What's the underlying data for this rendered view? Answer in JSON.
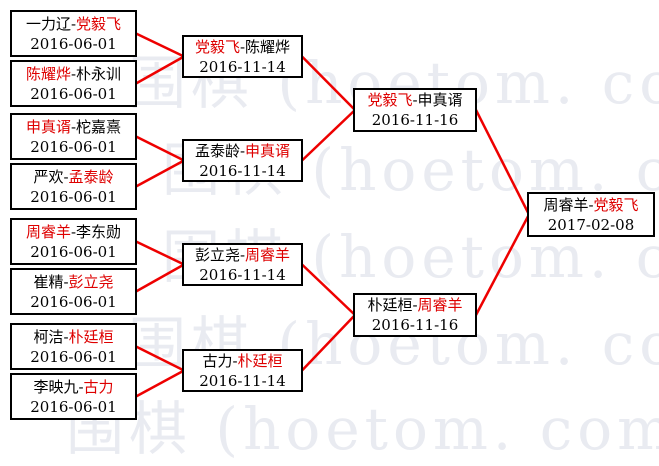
{
  "watermark": {
    "text": "围棋 (hoetom. com)",
    "color": "#e9ebf1"
  },
  "colors": {
    "winner_red": "#de0000",
    "player_black": "#000000",
    "connector_red": "#ee0000",
    "box_border": "#000000",
    "box_background": "#ffffff"
  },
  "bracket": {
    "rounds": [
      [
        {
          "left": "一力辽",
          "right": "党毅飞",
          "red": "right",
          "date": "2016-06-01"
        },
        {
          "left": "陈耀烨",
          "right": "朴永训",
          "red": "left",
          "date": "2016-06-01"
        },
        {
          "left": "申真谞",
          "right": "柁嘉熹",
          "red": "left",
          "date": "2016-06-01"
        },
        {
          "left": "严欢",
          "right": "孟泰龄",
          "red": "right",
          "date": "2016-06-01"
        },
        {
          "left": "周睿羊",
          "right": "李东勋",
          "red": "left",
          "date": "2016-06-01"
        },
        {
          "left": "崔精",
          "right": "彭立尧",
          "red": "right",
          "date": "2016-06-01"
        },
        {
          "left": "柯洁",
          "right": "朴廷桓",
          "red": "right",
          "date": "2016-06-01"
        },
        {
          "left": "李映九",
          "right": "古力",
          "red": "right",
          "date": "2016-06-01"
        }
      ],
      [
        {
          "left": "党毅飞",
          "right": "陈耀烨",
          "red": "left",
          "date": "2016-11-14"
        },
        {
          "left": "孟泰龄",
          "right": "申真谞",
          "red": "right",
          "date": "2016-11-14"
        },
        {
          "left": "彭立尧",
          "right": "周睿羊",
          "red": "right",
          "date": "2016-11-14"
        },
        {
          "left": "古力",
          "right": "朴廷桓",
          "red": "right",
          "date": "2016-11-14"
        }
      ],
      [
        {
          "left": "党毅飞",
          "right": "申真谞",
          "red": "left",
          "date": "2016-11-16"
        },
        {
          "left": "朴廷桓",
          "right": "周睿羊",
          "red": "right",
          "date": "2016-11-16"
        }
      ],
      [
        {
          "left": "周睿羊",
          "right": "党毅飞",
          "red": "right",
          "date": "2017-02-08"
        }
      ]
    ]
  }
}
